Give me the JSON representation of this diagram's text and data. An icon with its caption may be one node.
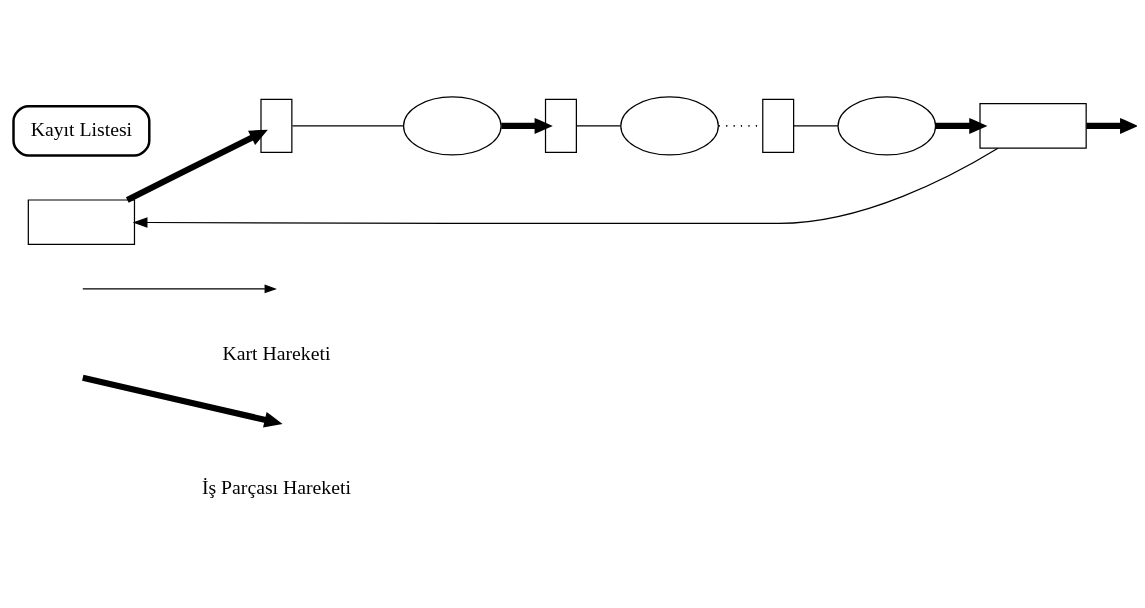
{
  "diagram": {
    "nodes": [
      {
        "text": [
          "Kayıt Listesi"
        ]
      },
      {
        "text": [],
        "shape": "box"
      },
      {
        "text": [],
        "shape": "bar"
      },
      {
        "text": [],
        "shape": "ellipse"
      },
      {
        "text": [],
        "shape": "bar"
      },
      {
        "text": [],
        "shape": "ellipse"
      },
      {
        "text": [],
        "shape": "bar"
      },
      {
        "text": [],
        "shape": "ellipse"
      },
      {
        "text": [],
        "shape": "box"
      }
    ],
    "edges": [
      {
        "from": 1,
        "to": 2,
        "arrow": "to",
        "style": "thick"
      },
      {
        "from": 2,
        "to": 3,
        "arrow": "none"
      },
      {
        "from": 3,
        "to": 4,
        "arrow": "to",
        "style": "thick"
      },
      {
        "from": 4,
        "to": 5,
        "arrow": "none"
      },
      {
        "from": 5,
        "to": 6,
        "arrow": "none",
        "style": "dashed"
      },
      {
        "from": 6,
        "to": 7,
        "arrow": "none"
      },
      {
        "from": 7,
        "to": 8,
        "arrow": "to",
        "style": "thick"
      },
      {
        "from": 8,
        "to": null,
        "arrow": "to",
        "style": "thick"
      },
      {
        "from": 8,
        "to": 1,
        "arrow": "to"
      }
    ],
    "legend": [
      {
        "text": "Kart Hareketi"
      },
      {
        "text": "İş Parçası Hareketi"
      }
    ]
  }
}
